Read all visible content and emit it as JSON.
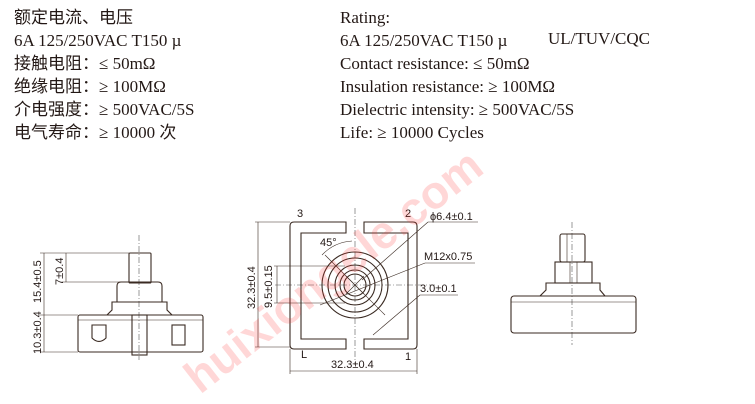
{
  "spec_cn": {
    "rating_title": "额定电流、电压",
    "rating_value": "6A 125/250VAC T150 µ",
    "contact_resistance": "接触电阻：≤ 50mΩ",
    "insulation_resistance": "绝缘电阻：≥ 100MΩ",
    "dielectric": "介电强度：≥ 500VAC/5S",
    "life": "电气寿命：≥ 10000 次"
  },
  "spec_en": {
    "rating_title": "Rating:",
    "rating_value": "6A 125/250VAC T150 µ",
    "certifications": "UL/TUV/CQC",
    "contact_resistance": "Contact resistance: ≤ 50mΩ",
    "insulation_resistance": "Insulation resistance: ≥ 100MΩ",
    "dielectric": "Dielectric intensity: ≥ 500VAC/5S",
    "life": "Life: ≥ 10000 Cycles"
  },
  "drawing": {
    "side_view": {
      "total_height": "15.4±0.5",
      "shaft_length": "7±0.4",
      "base_height": "10.3±0.4"
    },
    "top_view": {
      "terminal_3": "3",
      "terminal_2": "2",
      "terminal_L": "L",
      "terminal_1": "1",
      "shaft_diameter": "ϕ6.4±0.1",
      "thread": "M12x0.75",
      "flat": "3.0±0.1",
      "angle": "45°",
      "height": "32.3±0.4",
      "width": "32.3±0.4",
      "offset": "9.5±0.15"
    }
  },
  "watermark": "huixiongele.com"
}
